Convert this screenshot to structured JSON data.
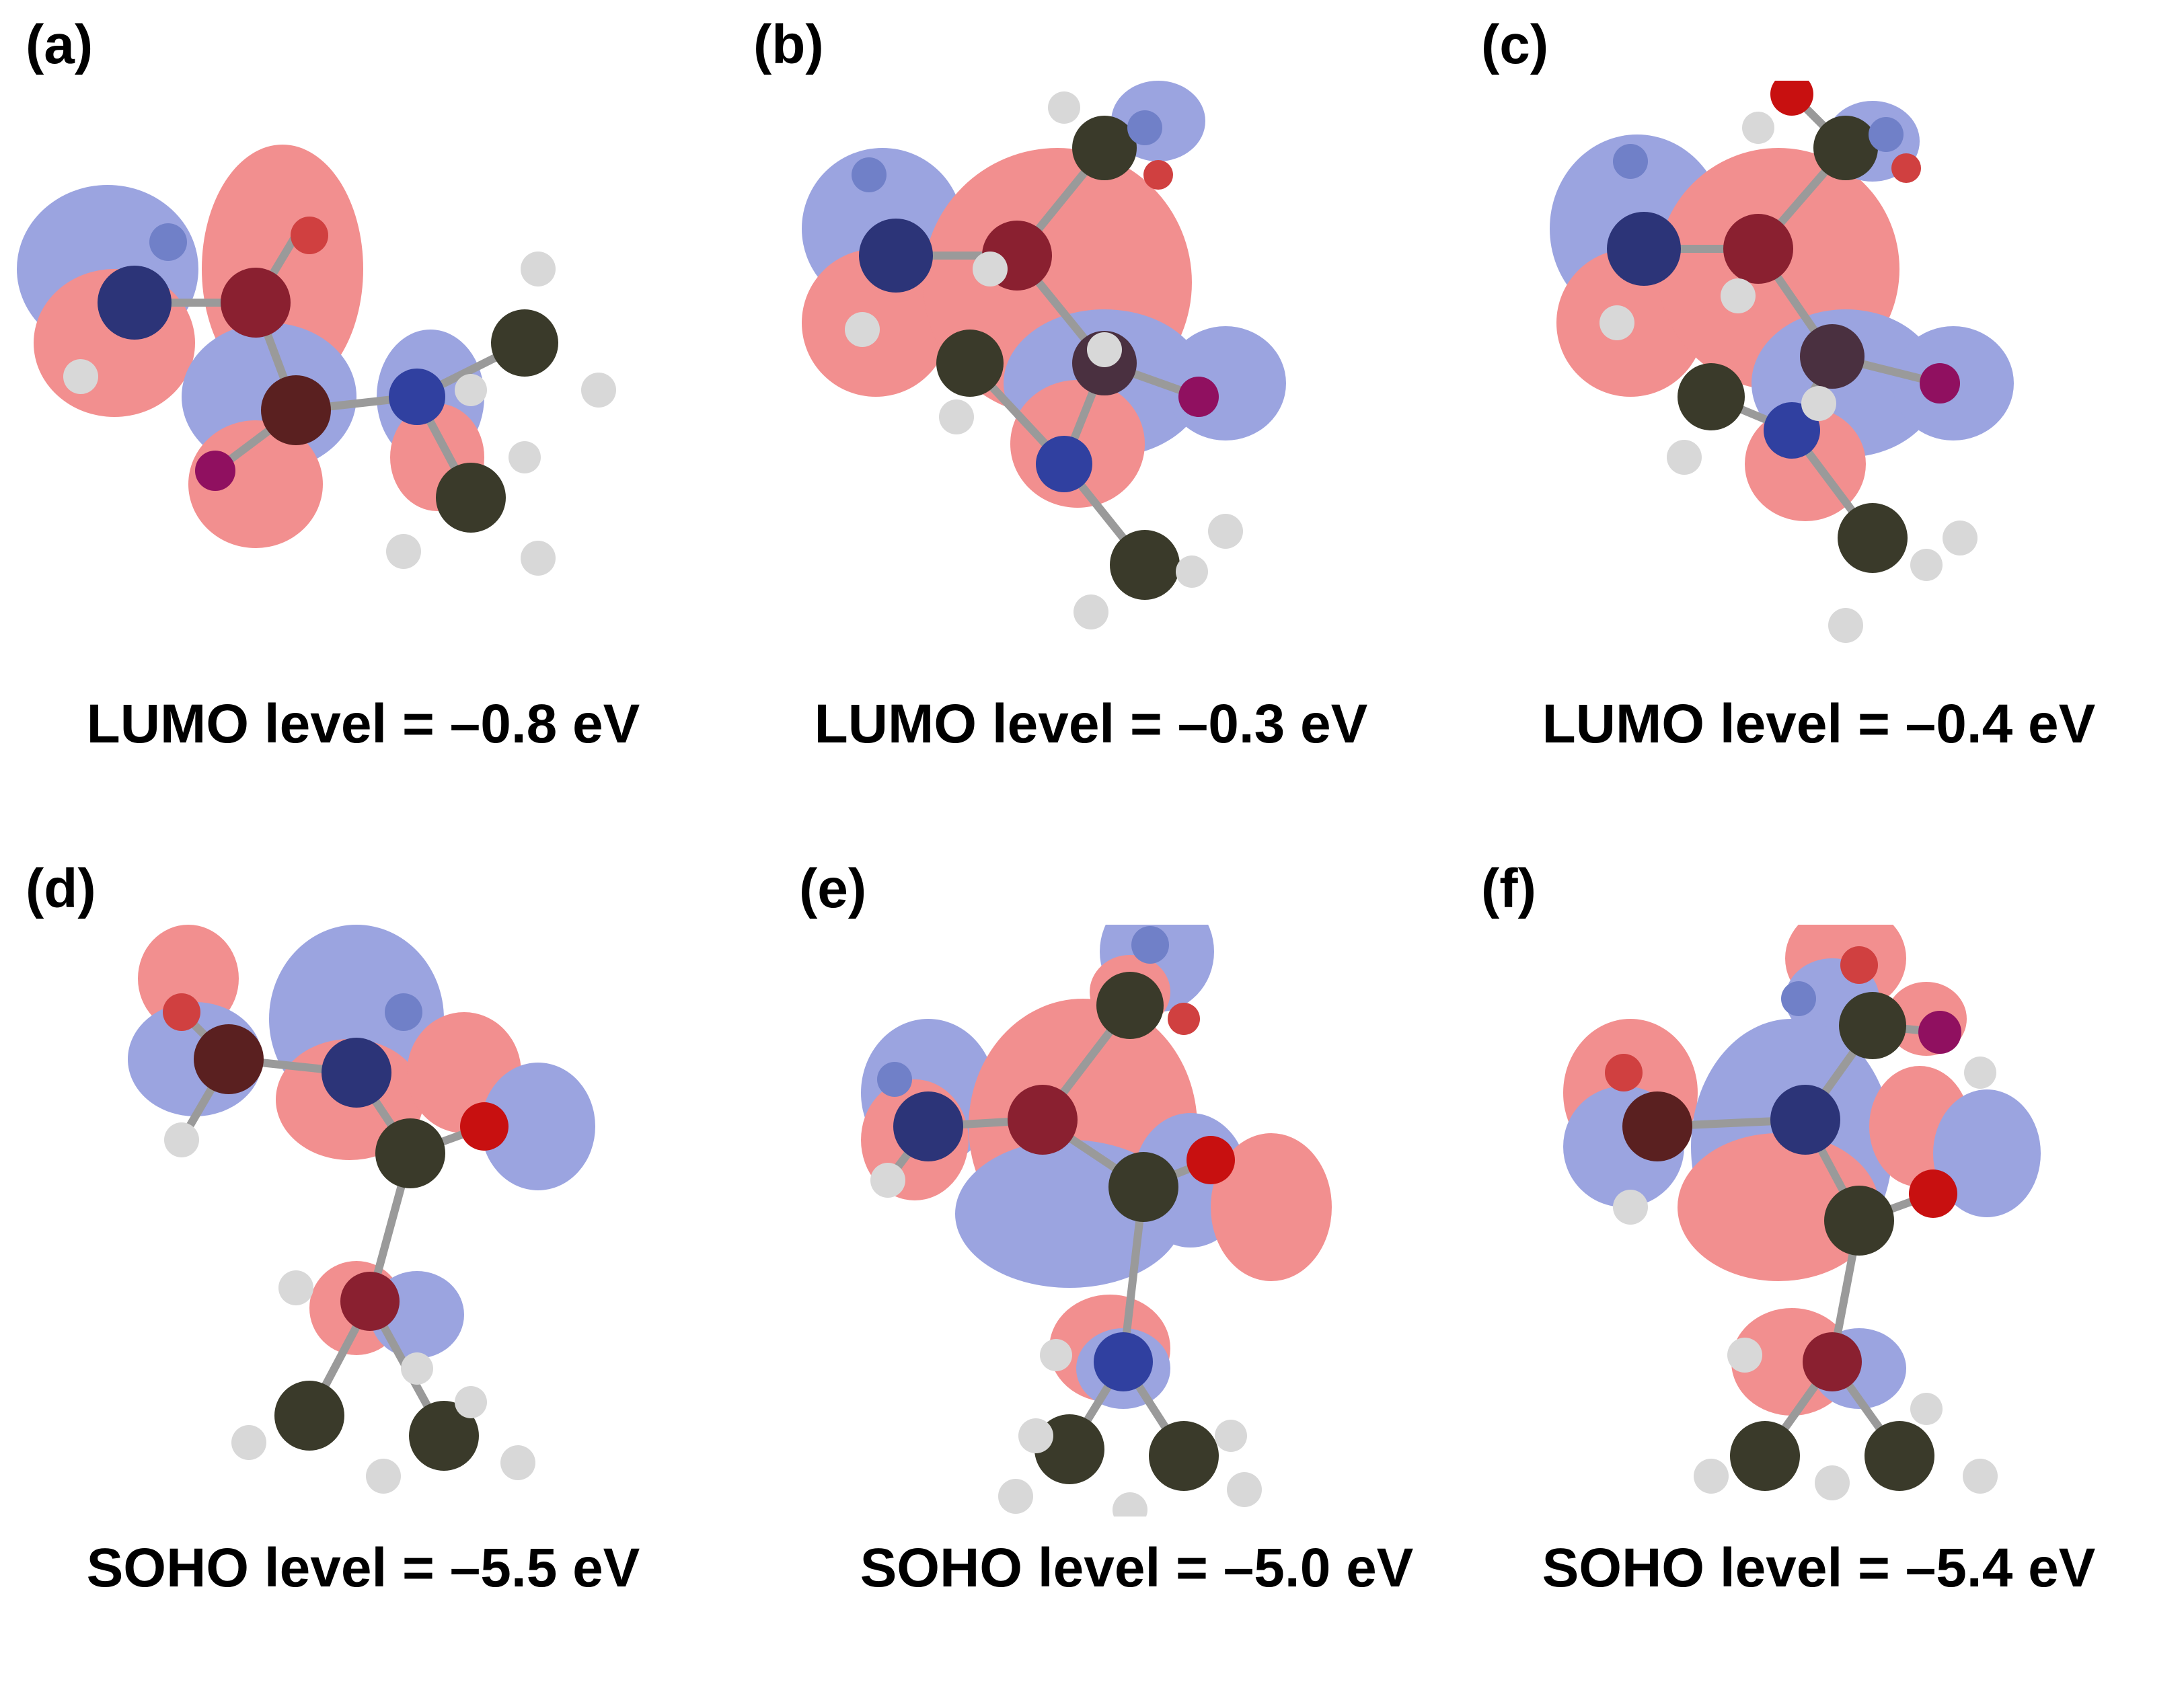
{
  "figure": {
    "panels": [
      {
        "letter": "(a)",
        "caption": "LUMO level = –0.8 eV"
      },
      {
        "letter": "(b)",
        "caption": "LUMO level = –0.3 eV"
      },
      {
        "letter": "(c)",
        "caption": "LUMO level = –0.4 eV"
      },
      {
        "letter": "(d)",
        "caption": "SOHO level = –5.5 eV"
      },
      {
        "letter": "(e)",
        "caption": "SOHO level = –5.0 eV"
      },
      {
        "letter": "(f)",
        "caption": "SOHO level = –5.4 eV"
      }
    ],
    "colors": {
      "positive_lobe": "#ee6a6a",
      "negative_lobe": "#7a86d6",
      "carbon": "#3a3a2a",
      "nitrogen": "#2c3478",
      "oxygen": "#c81010",
      "hydrogen": "#d8d8d8",
      "bond": "#9a9a9a"
    }
  }
}
